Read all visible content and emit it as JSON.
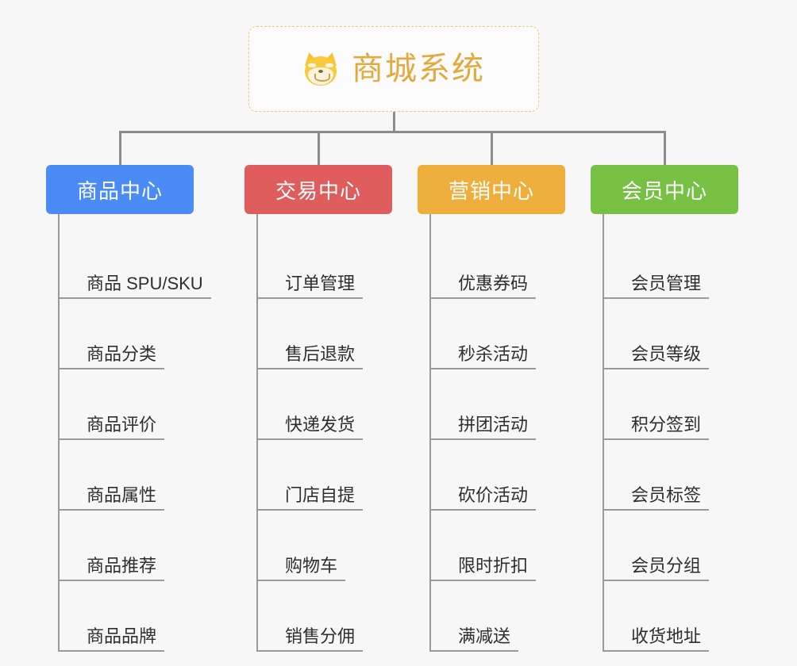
{
  "diagram": {
    "type": "mind-map",
    "background_color": "#f7f7f7",
    "root": {
      "title": "商城系统",
      "icon": "shiba-dog-face-icon",
      "text_color": "#e3a93c",
      "border_color": "#eec87a"
    },
    "branches": [
      {
        "label": "商品中心",
        "color": "#4a8bf5",
        "items": [
          "商品 SPU/SKU",
          "商品分类",
          "商品评价",
          "商品属性",
          "商品推荐",
          "商品品牌"
        ]
      },
      {
        "label": "交易中心",
        "color": "#e05d5d",
        "items": [
          "订单管理",
          "售后退款",
          "快递发货",
          "门店自提",
          "购物车",
          "销售分佣"
        ]
      },
      {
        "label": "营销中心",
        "color": "#edae3b",
        "items": [
          "优惠券码",
          "秒杀活动",
          "拼团活动",
          "砍价活动",
          "限时折扣",
          "满减送"
        ]
      },
      {
        "label": "会员中心",
        "color": "#76c043",
        "items": [
          "会员管理",
          "会员等级",
          "积分签到",
          "会员标签",
          "会员分组",
          "收货地址"
        ]
      }
    ]
  }
}
